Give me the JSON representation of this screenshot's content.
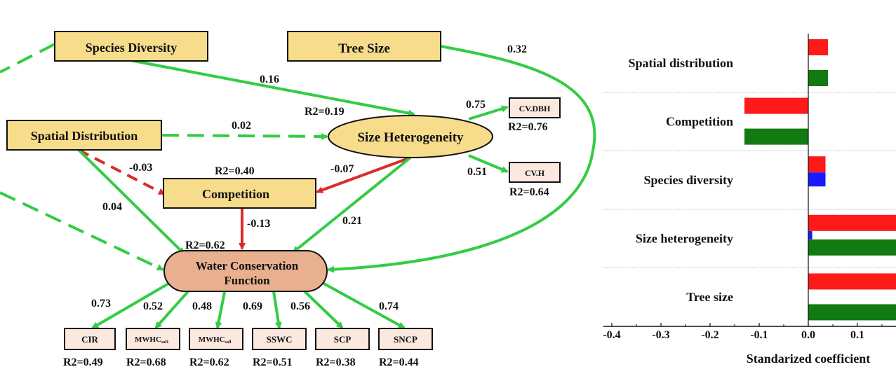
{
  "colors": {
    "positive_path": "#33cc44",
    "negative_path": "#dd2a2a",
    "box_fill": "#f7dc8c",
    "outcome_fill": "#e8b08f",
    "indicator_fill": "#fbe8df",
    "bar_red": "#ff1a1a",
    "bar_green": "#117a11",
    "bar_blue": "#1a1aff"
  },
  "diagram": {
    "nodes": {
      "species_diversity": "Species Diversity",
      "tree_size": "Tree Size",
      "spatial_distribution": "Spatial Distribution",
      "size_heterogeneity": "Size Heterogeneity",
      "competition": "Competition",
      "water_conservation_line1": "Water Conservation",
      "water_conservation_line2": "Function",
      "cv_dbh": "CV.DBH",
      "cv_h": "CV.H"
    },
    "indicators": [
      {
        "main": "CIR",
        "sub": "",
        "coef": "0.73",
        "r2": "R2=0.49"
      },
      {
        "main": "MWHC",
        "sub": "soH",
        "coef": "0.52",
        "r2": "R2=0.68"
      },
      {
        "main": "MWHC",
        "sub": "soll",
        "coef": "0.48",
        "r2": "R2=0.62"
      },
      {
        "main": "SSWC",
        "sub": "",
        "coef": "0.69",
        "r2": "R2=0.51"
      },
      {
        "main": "SCP",
        "sub": "",
        "coef": "0.56",
        "r2": "R2=0.38"
      },
      {
        "main": "SNCP",
        "sub": "",
        "coef": "0.74",
        "r2": "R2=0.44"
      }
    ],
    "path_coefficients": {
      "tree_size_to_water": "0.32",
      "species_to_size_het": "0.16",
      "spatial_to_size_het": "0.02",
      "spatial_to_competition": "-0.03",
      "spatial_to_water": "0.04",
      "size_het_to_competition": "-0.07",
      "size_het_to_water": "0.21",
      "competition_to_water": "-0.13",
      "size_het_to_cv_dbh": "0.75",
      "size_het_to_cv_h": "0.51"
    },
    "r2": {
      "size_heterogeneity": "R2=0.19",
      "competition": "R2=0.40",
      "water_conservation": "R2=0.62",
      "cv_dbh": "R2=0.76",
      "cv_h": "R2=0.64"
    }
  },
  "chart_data": {
    "type": "bar",
    "orientation": "horizontal",
    "categories": [
      "Spatial distribution",
      "Competition",
      "Species diversity",
      "Size heterogeneity",
      "Tree size"
    ],
    "xlabel": "Standarized coefficient",
    "xlim": [
      -0.4,
      0.18
    ],
    "x_ticks": [
      "-0.4",
      "-0.3",
      "-0.2",
      "-0.1",
      "0.0",
      "0.1"
    ],
    "x_tick_values": [
      -0.4,
      -0.3,
      -0.2,
      -0.1,
      0.0,
      0.1
    ],
    "bars": [
      {
        "category": "Spatial distribution",
        "color": "red",
        "value": 0.04
      },
      {
        "category": "Spatial distribution",
        "color": "green",
        "value": 0.04
      },
      {
        "category": "Competition",
        "color": "red",
        "value": -0.13
      },
      {
        "category": "Competition",
        "color": "green",
        "value": -0.13
      },
      {
        "category": "Species diversity",
        "color": "red",
        "value": 0.035
      },
      {
        "category": "Species diversity",
        "color": "blue",
        "value": 0.035
      },
      {
        "category": "Size heterogeneity",
        "color": "red",
        "value": 0.18
      },
      {
        "category": "Size heterogeneity",
        "color": "blue",
        "value": 0.008
      },
      {
        "category": "Size heterogeneity",
        "color": "green",
        "value": 0.18
      },
      {
        "category": "Tree size",
        "color": "red",
        "value": 0.18
      },
      {
        "category": "Tree size",
        "color": "green",
        "value": 0.18
      }
    ]
  }
}
